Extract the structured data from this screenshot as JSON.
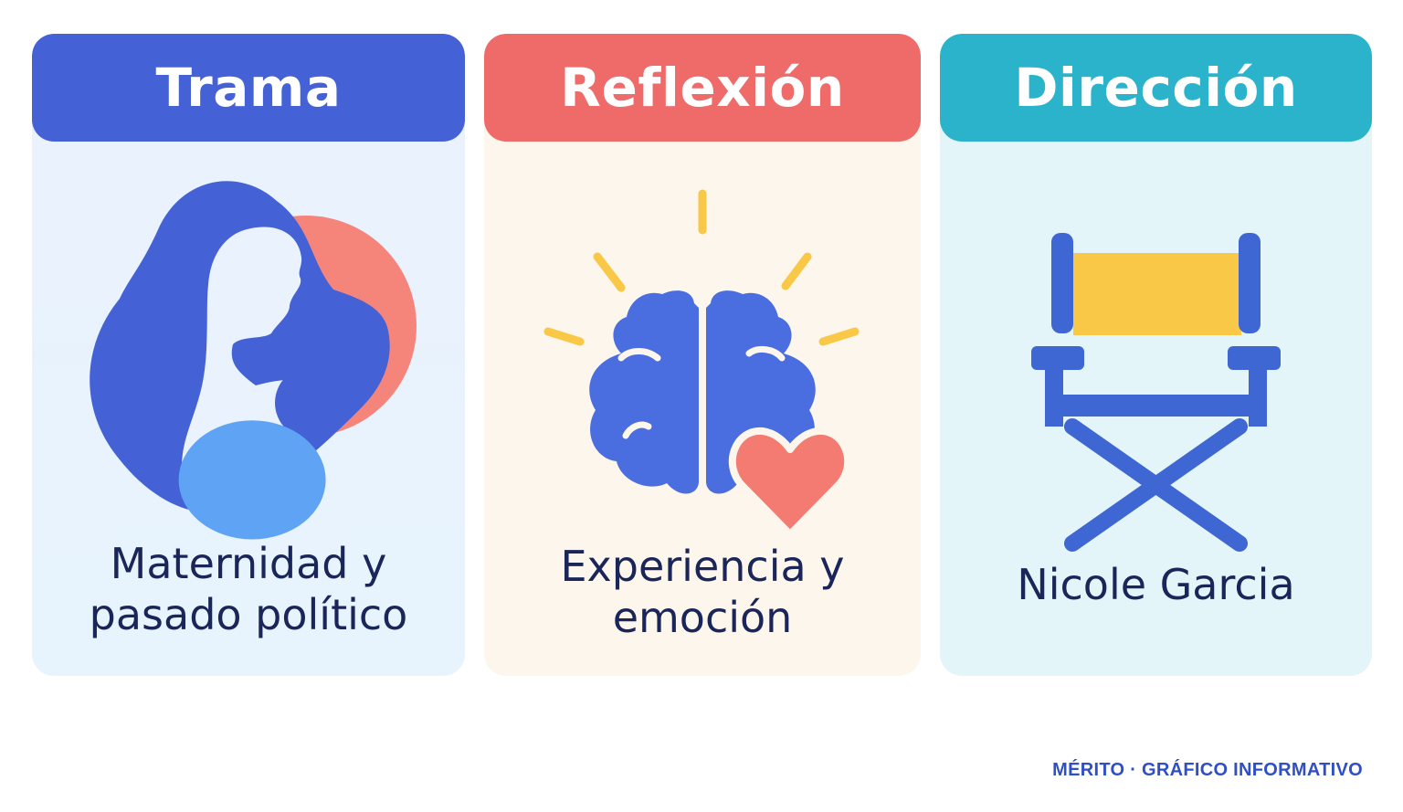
{
  "cards": [
    {
      "id": "trama",
      "title": "Trama",
      "icon": "mother-child-icon",
      "caption_line1": "Maternidad y",
      "caption_line2": "pasado político",
      "color": "#4462d6"
    },
    {
      "id": "reflexion",
      "title": "Reflexión",
      "icon": "brain-heart-icon",
      "caption_line1": "Experiencia y",
      "caption_line2": "emoción",
      "color": "#ef6b6a"
    },
    {
      "id": "direccion",
      "title": "Dirección",
      "icon": "director-chair-icon",
      "caption_line1": "Nicole Garcia",
      "color": "#2ab3cb"
    }
  ],
  "footer": "MÉRITO · GRÁFICO INFORMATIVO",
  "colors": {
    "navy_text": "#1a2559",
    "blue_icon": "#4a6ee0",
    "coral": "#f47b72",
    "yellow": "#f9c846"
  }
}
